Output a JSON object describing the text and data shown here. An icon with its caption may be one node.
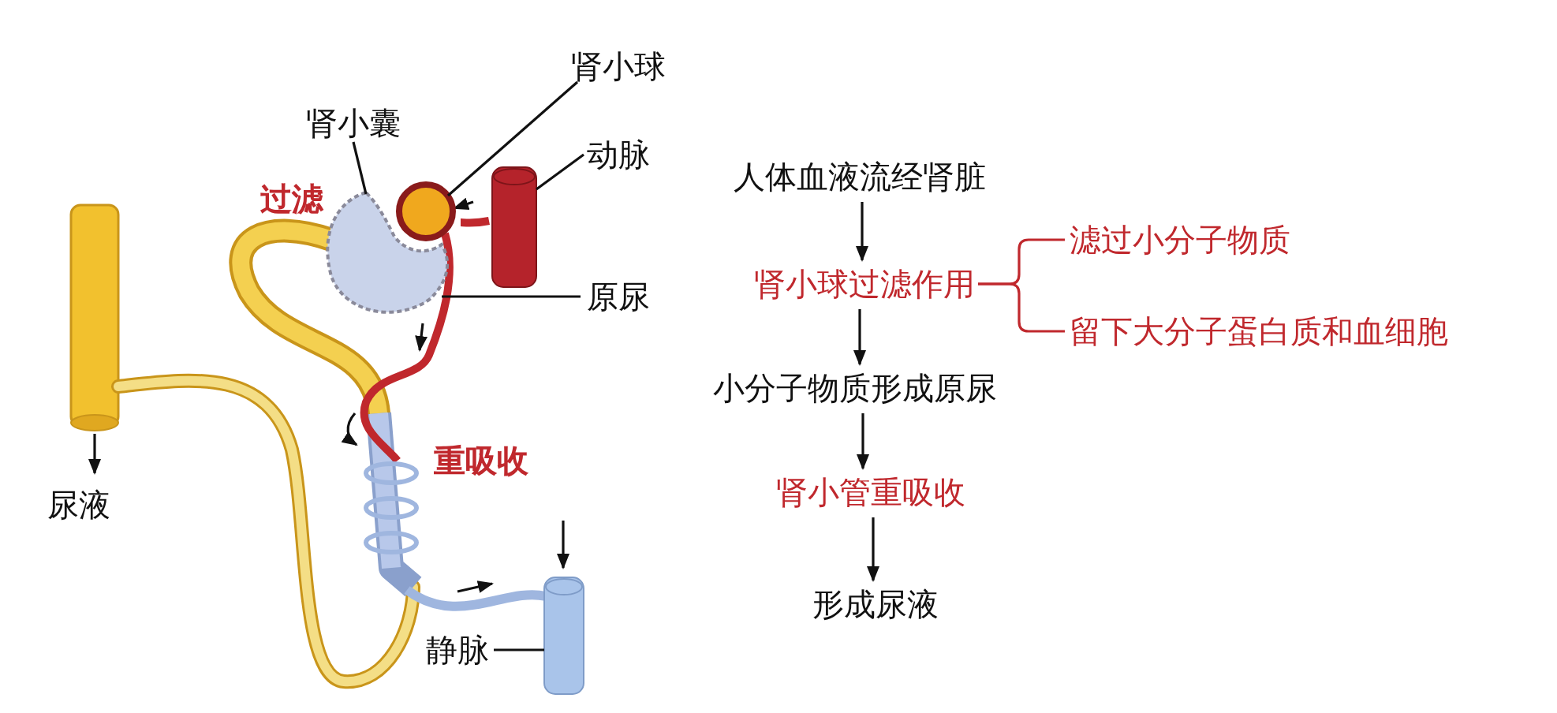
{
  "diagram": {
    "nodes": [
      {
        "text": [
          "肾小球"
        ]
      },
      {
        "text": [],
        "shape": "circle"
      },
      {
        "text": [
          "肾小囊"
        ]
      },
      {
        "text": [],
        "shape": "picture"
      },
      {
        "text": [
          "动脉"
        ]
      },
      {
        "text": [],
        "shape": "cylinder"
      },
      {
        "text": [
          "原尿"
        ]
      },
      {
        "text": [
          "静脉"
        ]
      },
      {
        "text": [],
        "shape": "cylinder"
      },
      {
        "text": [
          "人体血液流经肾脏"
        ]
      },
      {
        "text": [
          "肾小球过滤作用"
        ]
      },
      {
        "text": [
          "滤过小分子物质"
        ]
      },
      {
        "text": [
          "留下大分子蛋白质和血细胞"
        ]
      },
      {
        "text": [
          "小分子物质形成原尿"
        ]
      },
      {
        "text": [
          "肾小管重吸收"
        ]
      },
      {
        "text": [
          "形成尿液"
        ]
      }
    ],
    "edges": [
      {
        "from": 0,
        "to": 1,
        "arrow": "none"
      },
      {
        "from": 2,
        "to": 3,
        "arrow": "none"
      },
      {
        "from": 4,
        "to": 5,
        "arrow": "none"
      },
      {
        "from": 6,
        "to": 3,
        "arrow": "none"
      },
      {
        "from": 7,
        "to": 8,
        "arrow": "none"
      },
      {
        "from": 9,
        "to": 10,
        "arrow": "to"
      },
      {
        "from": 10,
        "to": 11,
        "arrow": "none",
        "color": "#c0282d"
      },
      {
        "from": 10,
        "to": 12,
        "arrow": "none",
        "color": "#c0282d"
      },
      {
        "from": 10,
        "to": 13,
        "arrow": "to"
      },
      {
        "from": 13,
        "to": 14,
        "arrow": "to"
      },
      {
        "from": 14,
        "to": 15,
        "arrow": "to"
      }
    ],
    "labels": [
      "过滤",
      "重吸收",
      "尿液"
    ]
  }
}
